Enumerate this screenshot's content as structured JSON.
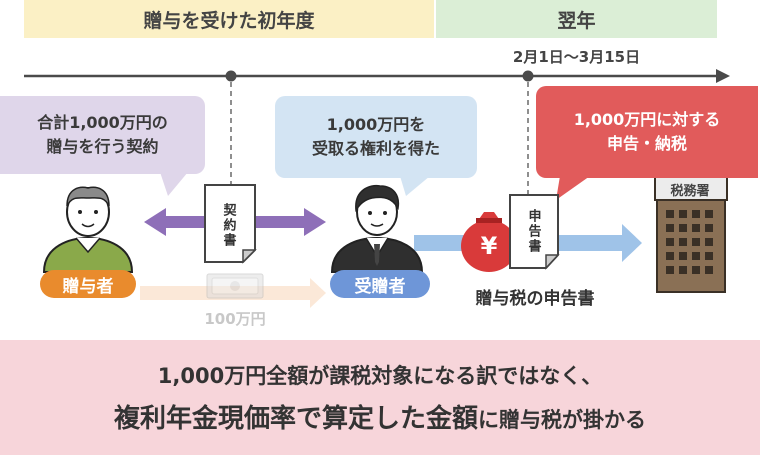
{
  "timeline": {
    "first_year_label": "贈与を受けた初年度",
    "next_year_label": "翌年",
    "date_range": "2月1日～3月15日"
  },
  "bubbles": {
    "contract": "合計1,000万円の\n贈与を行う契約",
    "rights": "1,000万円を\n受取る権利を得た",
    "tax": "1,000万円に対する\n申告・納税"
  },
  "labels": {
    "giver": "贈与者",
    "receiver": "受贈者",
    "contract_doc": "契約書",
    "declaration_doc": "申告書",
    "money": "100万円",
    "declaration": "贈与税の申告書",
    "tax_office": "税務署",
    "yen_symbol": "¥"
  },
  "summary": {
    "line1": "1,000万円全額が課税対象になる訳ではなく、",
    "line2_emph": "複利年金現価率で算定した金額",
    "line2_rest": "に贈与税が掛かる"
  },
  "colors": {
    "first_year_bg": "#fbf0c5",
    "next_year_bg": "#dbeed6",
    "giver": "#e98b2d",
    "receiver": "#6e96d8",
    "tax_bubble": "#e15b5b",
    "summary_bg": "#f7d5da"
  }
}
